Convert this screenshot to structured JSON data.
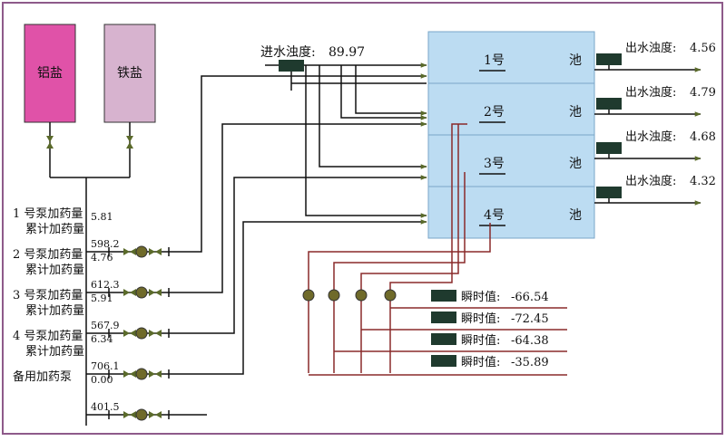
{
  "tanks": {
    "aluminum": {
      "label": "铝盐",
      "color": "#e052a8"
    },
    "iron": {
      "label": "铁盐",
      "color": "#d7b3cf"
    }
  },
  "inlet": {
    "label": "进水浊度:",
    "value": "89.97"
  },
  "pools": [
    {
      "name": "1号",
      "suffix": "池"
    },
    {
      "name": "2号",
      "suffix": "池"
    },
    {
      "name": "3号",
      "suffix": "池"
    },
    {
      "name": "4号",
      "suffix": "池"
    }
  ],
  "pool_color": "#bcdcf2",
  "outlets": [
    {
      "label": "出水浊度:",
      "value": "4.56"
    },
    {
      "label": "出水浊度:",
      "value": "4.79"
    },
    {
      "label": "出水浊度:",
      "value": "4.68"
    },
    {
      "label": "出水浊度:",
      "value": "4.32"
    }
  ],
  "pumps": [
    {
      "label1": "1 号泵加药量",
      "label2": "累计加药量",
      "rate": "5.81",
      "total": "598.2"
    },
    {
      "label1": "2 号泵加药量",
      "label2": "累计加药量",
      "rate": "4.76",
      "total": "612.3"
    },
    {
      "label1": "3 号泵加药量",
      "label2": "累计加药量",
      "rate": "5.91",
      "total": "567.9"
    },
    {
      "label1": "4 号泵加药量",
      "label2": "累计加药量",
      "rate": "6.34",
      "total": "706.1"
    },
    {
      "label1": "备用加药泵",
      "label2": "",
      "rate": "0.00",
      "total": "401.5"
    }
  ],
  "instant": [
    {
      "label": "瞬时值:",
      "value": "-66.54"
    },
    {
      "label": "瞬时值:",
      "value": "-72.45"
    },
    {
      "label": "瞬时值:",
      "value": "-64.38"
    },
    {
      "label": "瞬时值:",
      "value": "-35.89"
    }
  ],
  "colors": {
    "line": "#111111",
    "arrow": "#5a6a2a",
    "sensor": "#1f3a2e",
    "red_line": "#8a2a2a",
    "node": "#6f6a2a",
    "frame": "#8e5a8a"
  }
}
